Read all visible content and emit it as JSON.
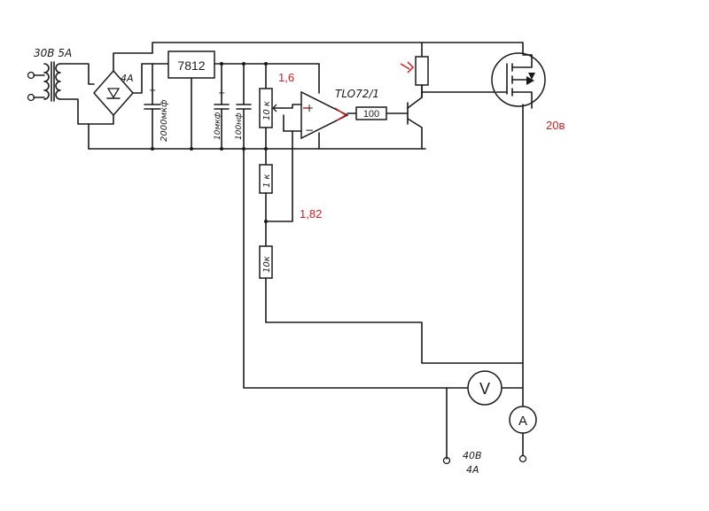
{
  "labels": {
    "transformer": "30В 5А",
    "bridge_fuse": "4А",
    "regulator": "7812",
    "cap_main": "2000мкф",
    "cap_10": "10мкф",
    "cap_100": "100нф",
    "pot": "10 к",
    "resistor_1k": "1 к",
    "resistor_10k": "10к",
    "opamp": "TLO72/1",
    "base_resistor": "100",
    "output_voltage": "40В",
    "output_current": "4А",
    "voltmeter": "V",
    "ammeter": "A"
  },
  "annotations": {
    "vref": "1,6",
    "vdiv": "1,82",
    "vgate": "20в"
  },
  "colors": {
    "wire": "#1a1a1a",
    "annotation": "#cc2222"
  }
}
